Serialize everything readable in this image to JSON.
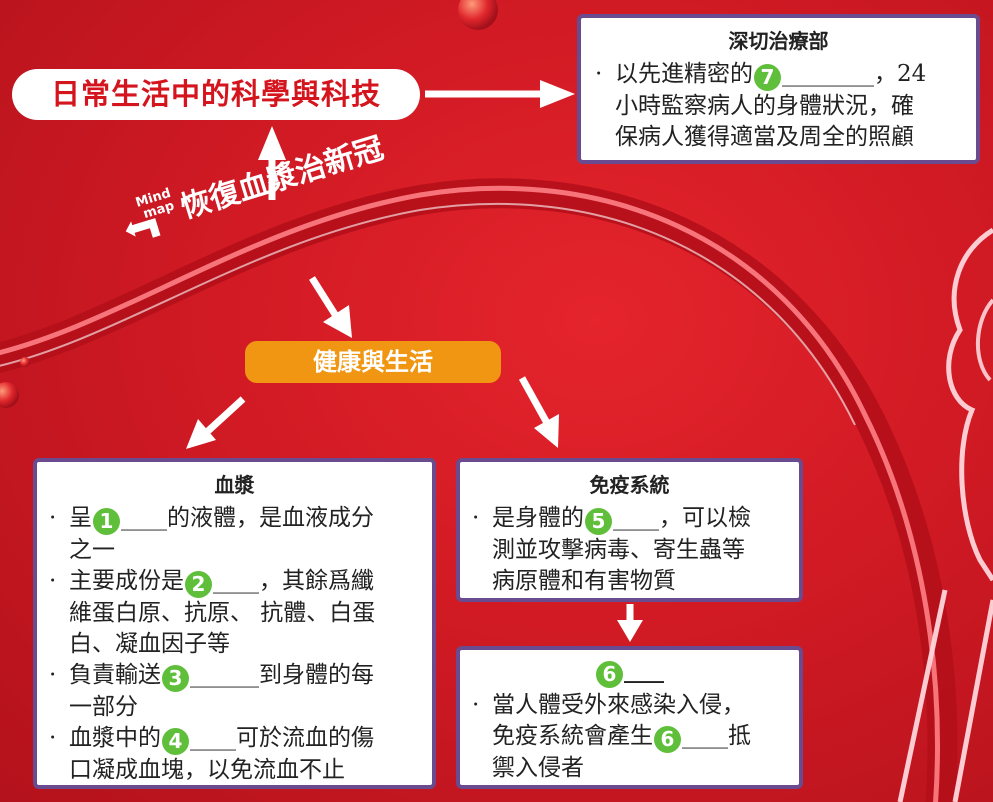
{
  "main_title": "日常生活中的科學與科技",
  "banner": {
    "logo_line1": "Mind",
    "logo_line2": "map",
    "title": "恢復血漿治新冠"
  },
  "center": {
    "label": "健康與生活"
  },
  "icu": {
    "title": "深切治療部",
    "text_a": "以先進精密的",
    "num": "7",
    "blank": "________",
    "text_b": "，24",
    "line2": "小時監察病人的身體狀況，確",
    "line3": "保病人獲得適當及周全的照顧"
  },
  "plasma": {
    "title": "血漿",
    "bullet": "·",
    "i1_a": "呈",
    "i1_num": "1",
    "i1_blank": "____",
    "i1_b": "的液體，是血液成分",
    "i1_c": "之一",
    "i2_a": "主要成份是",
    "i2_num": "2",
    "i2_blank": "____",
    "i2_b": "，其餘爲纖",
    "i2_c": "維蛋白原、抗原、 抗體、白蛋",
    "i2_d": "白、凝血因子等",
    "i3_a": "負責輸送",
    "i3_num": "3",
    "i3_blank": "______",
    "i3_b": "到身體的每",
    "i3_c": "一部分",
    "i4_a": "血漿中的",
    "i4_num": "4",
    "i4_blank": "____",
    "i4_b": "可於流血的傷",
    "i4_c": "口凝成血塊，以免流血不止"
  },
  "immune": {
    "title": "免疫系統",
    "i1_a": "是身體的",
    "i1_num": "5",
    "i1_blank": "____",
    "i1_b": "，可以檢",
    "i1_c": "測並攻擊病毒、寄生蟲等",
    "i1_d": "病原體和有害物質"
  },
  "box6": {
    "title_num": "6",
    "title_blank": "____",
    "i1_a": "當人體受外來感染入侵，",
    "i1_b": "免疫系統會產生",
    "i1_num": "6",
    "i1_blank": "____",
    "i1_c": "抵",
    "i1_d": "禦入侵者"
  },
  "colors": {
    "background": "#d11a24",
    "box_border": "#6b4b8f",
    "number_badge": "#5fbf3a",
    "center_pill": "#f09612",
    "title_text": "#d5151e"
  }
}
